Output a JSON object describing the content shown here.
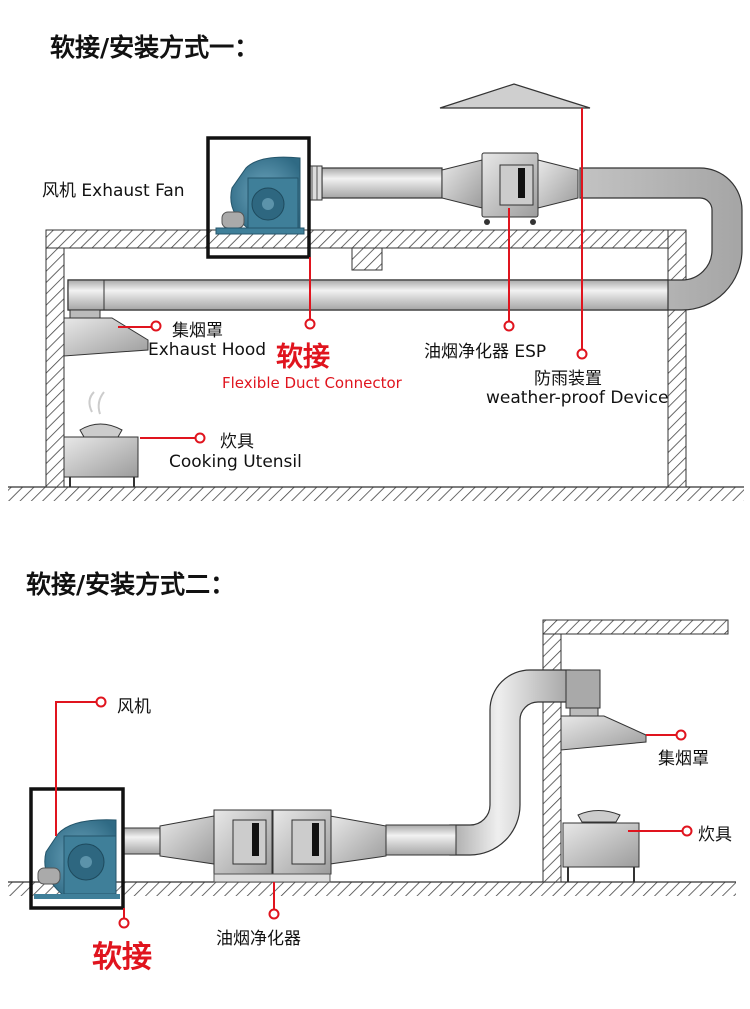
{
  "colors": {
    "accent_red": "#e0141e",
    "fan_blue": "#3f7f99",
    "duct_gray": "#cfcfcf",
    "outline": "#333333",
    "frame_black": "#111111"
  },
  "method1": {
    "title": "软接/安装方式一：",
    "labels": {
      "fan": "风机  Exhaust Fan",
      "hood_cn": "集烟罩",
      "hood_en": "Exhaust Hood",
      "connector_cn": "软接",
      "connector_en": "Flexible Duct Connector",
      "esp": "油烟净化器  ESP",
      "weather_cn": "防雨装置",
      "weather_en": "weather-proof Device",
      "cooker_cn": "炊具",
      "cooker_en": "Cooking Utensil"
    }
  },
  "method2": {
    "title": "软接/安装方式二：",
    "labels": {
      "fan": "风机",
      "hood": "集烟罩",
      "cooker": "炊具",
      "esp": "油烟净化器",
      "connector": "软接"
    }
  },
  "icons": {
    "callout": "circle-marker",
    "fan": "centrifugal-fan-icon",
    "esp": "purifier-box-icon",
    "hood": "exhaust-hood-icon",
    "cooker": "stove-icon",
    "rain_cap": "rain-cap-icon"
  }
}
